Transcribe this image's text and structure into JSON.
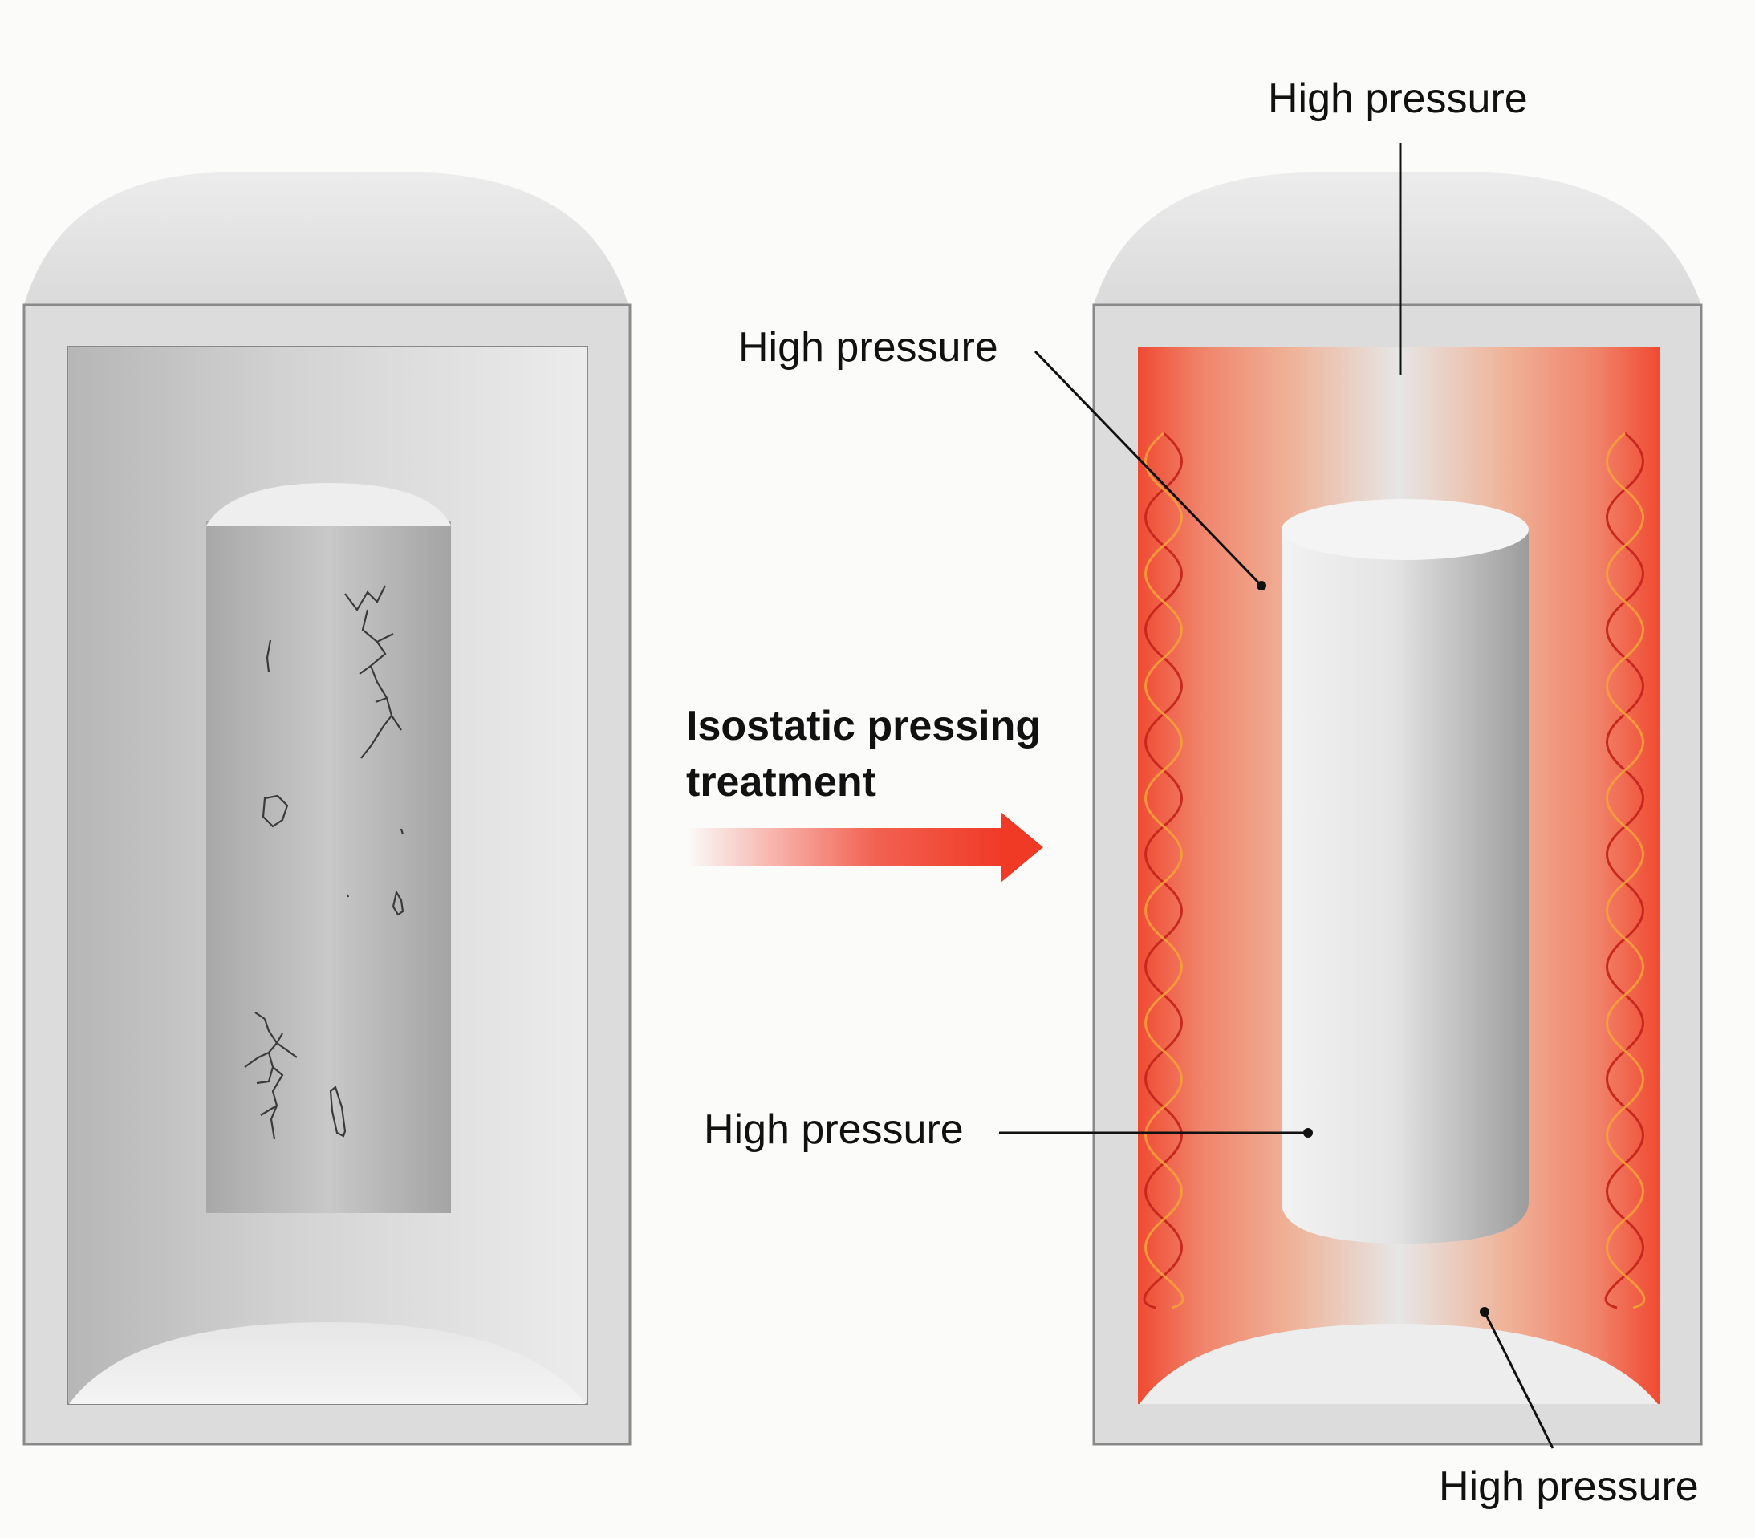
{
  "process": {
    "line1": "Isostatic pressing",
    "line2": "treatment"
  },
  "labels": {
    "top": "High pressure",
    "upper_left": "High pressure",
    "middle": "High pressure",
    "bottom": "High pressure"
  },
  "colors": {
    "background": "#fbfbfa",
    "vessel_frame": "#dcdcdc",
    "vessel_inner": "#c4c4c4",
    "heat_red": "#f04a32",
    "heat_orange": "#f0a27a",
    "arrow_red": "#f03a26",
    "crack": "#3a3a3a"
  }
}
